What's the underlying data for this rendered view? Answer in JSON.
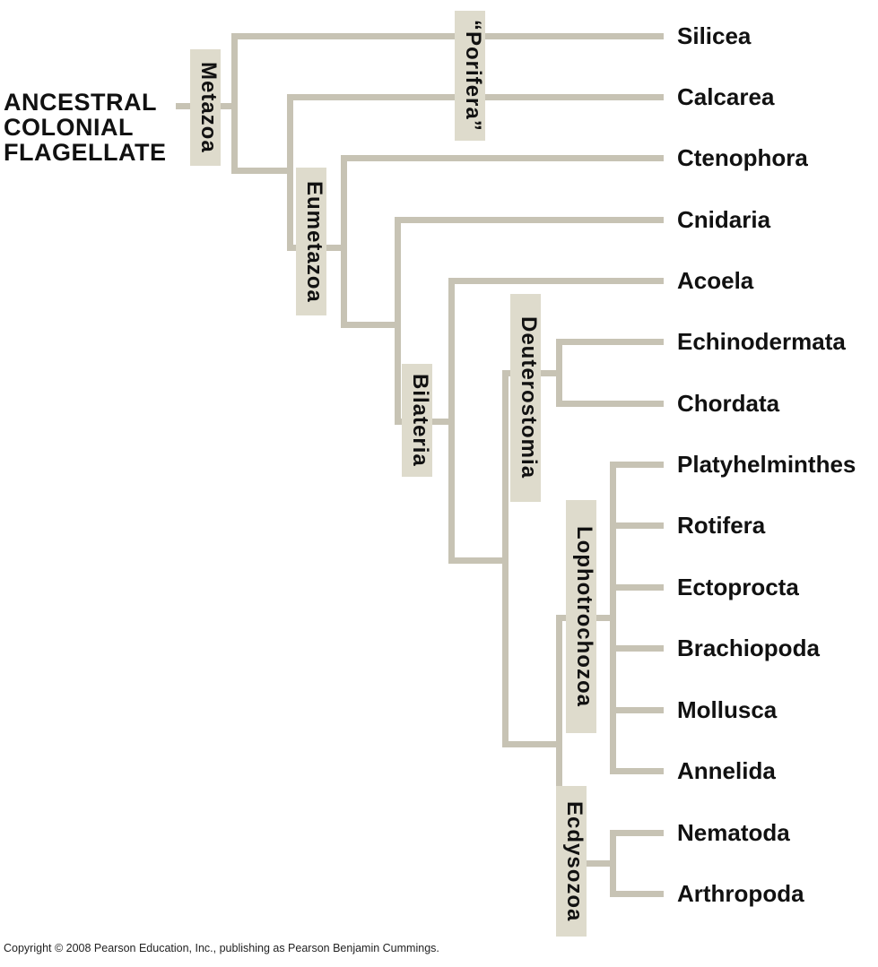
{
  "root": {
    "label": "ANCESTRAL\nCOLONIAL\nFLAGELLATE"
  },
  "clades": {
    "metazoa": "Metazoa",
    "porifera": "“Porifera”",
    "eumetazoa": "Eumetazoa",
    "bilateria": "Bilateria",
    "deuterostomia": "Deuterostomia",
    "lophotrochozoa": "Lophotrochozoa",
    "ecdysozoa": "Ecdysozoa"
  },
  "taxa": [
    "Silicea",
    "Calcarea",
    "Ctenophora",
    "Cnidaria",
    "Acoela",
    "Echinodermata",
    "Chordata",
    "Platyhelminthes",
    "Rotifera",
    "Ectoprocta",
    "Brachiopoda",
    "Mollusca",
    "Annelida",
    "Nematoda",
    "Arthropoda"
  ],
  "footer": {
    "text": "Copyright © 2008 Pearson Education, Inc., publishing as Pearson Benjamin Cummings."
  },
  "colors": {
    "line": "#c7c3b4",
    "label_bg": "#dedbcc",
    "text": "#111111"
  }
}
